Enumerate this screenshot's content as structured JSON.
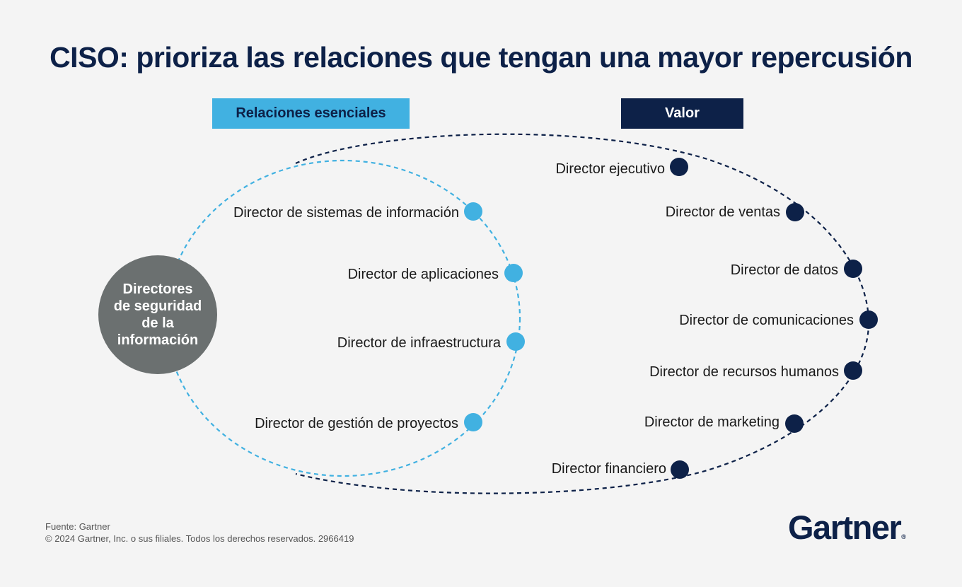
{
  "title": "CISO: prioriza las relaciones que tengan una mayor repercusión",
  "headers": {
    "essential": "Relaciones esenciales",
    "value": "Valor"
  },
  "center": {
    "lines": [
      "Directores",
      "de seguridad",
      "de la",
      "información"
    ]
  },
  "essential_roles": [
    "Director de sistemas de información",
    "Director de aplicaciones",
    "Director de infraestructura",
    "Director de gestión de proyectos"
  ],
  "value_roles": [
    "Director ejecutivo",
    "Director de ventas",
    "Director de datos",
    "Director de comunicaciones",
    "Director de recursos humanos",
    "Director de marketing",
    "Director financiero"
  ],
  "footer": {
    "source": "Fuente: Gartner",
    "copyright": "© 2024 Gartner, Inc. o sus filiales. Todos los derechos reservados. 2966419"
  },
  "brand": {
    "name": "Gartner",
    "reg": "®"
  },
  "colors": {
    "navy": "#0d2148",
    "light_blue": "#41b1e1",
    "center_gray": "#6b7070",
    "background": "#f4f4f4"
  }
}
